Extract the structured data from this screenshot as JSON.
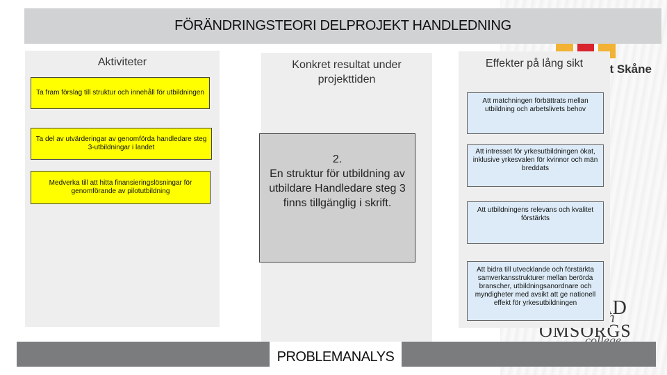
{
  "title": "FÖRÄNDRINGSTEORI DELPROJEKT HANDLEDNING",
  "brand": {
    "top_logo_text": "et Skåne",
    "bottom_logo_line1": "RD",
    "bottom_logo_line2": "ch",
    "bottom_logo_line3": "OMSORGS",
    "bottom_logo_line4": "college",
    "colors": {
      "yellow": "#f2b233",
      "red": "#d8242f"
    }
  },
  "columns": {
    "activities": {
      "heading": "Aktiviteter",
      "items": [
        "Ta fram förslag till struktur och innehåll för utbildningen",
        "Ta del av utvärderingar av genomförda handledare steg 3-utbildningar i landet",
        "Medverka till att hitta finansieringslösningar för genomförande av pilotutbildning"
      ]
    },
    "results": {
      "heading": "Konkret resultat under projekttiden",
      "box_text": "2.\nEn struktur för utbildning av utbildare Handledare steg 3 finns tillgänglig i skrift."
    },
    "effects": {
      "heading": "Effekter på lång sikt",
      "items": [
        "Att matchningen förbättrats mellan utbildning och arbetslivets behov",
        "Att intresset för yrkesutbildningen ökat, inklusive yrkesvalen för kvinnor och män breddats",
        "Att utbildningens relevans och kvalitet förstärkts",
        "Att bidra till utvecklande och förstärkta samverkansstrukturer mellan berörda branscher, utbildningsanordnare och myndigheter med avsikt att ge nationell effekt för yrkesutbildningen"
      ]
    }
  },
  "bottom": {
    "label": "PROBLEMANALYS"
  }
}
